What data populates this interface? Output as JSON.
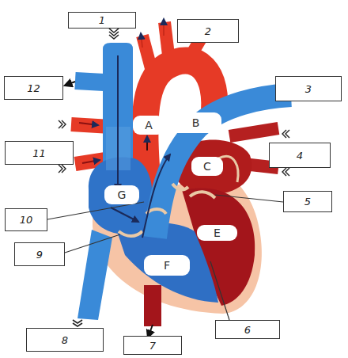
{
  "diagram": {
    "nodes": [
      {
        "text": [
          "1"
        ]
      },
      {
        "text": [
          "2"
        ]
      },
      {
        "text": [
          "12"
        ]
      },
      {
        "text": [
          "3"
        ]
      },
      {
        "text": [
          "A"
        ]
      },
      {
        "text": [
          "B"
        ]
      },
      {
        "text": [
          "11"
        ]
      },
      {
        "text": [
          "4"
        ]
      },
      {
        "text": [
          "C"
        ]
      },
      {
        "text": [
          "G"
        ]
      },
      {
        "text": [
          "5"
        ]
      },
      {
        "text": [
          "10"
        ]
      },
      {
        "text": [
          "E"
        ]
      },
      {
        "text": [
          "9"
        ]
      },
      {
        "text": [
          "F"
        ]
      },
      {
        "text": [
          "6"
        ]
      },
      {
        "text": [
          "8"
        ]
      },
      {
        "text": [
          "7"
        ]
      }
    ]
  }
}
